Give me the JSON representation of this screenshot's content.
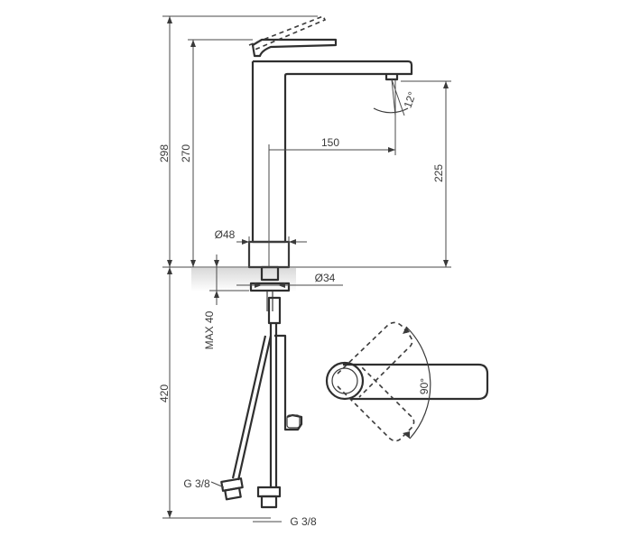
{
  "dimensions": {
    "total_height": "298",
    "body_height": "270",
    "spout_reach": "150",
    "spout_height": "225",
    "body_diameter": "Ø48",
    "tail_diameter": "Ø34",
    "max_mount_thickness": "MAX 40",
    "below_counter": "420",
    "spout_tilt": "12°",
    "handle_rotation": "90°"
  },
  "connections": {
    "hose_left": "G 3/8",
    "hose_right": "G 3/8"
  }
}
